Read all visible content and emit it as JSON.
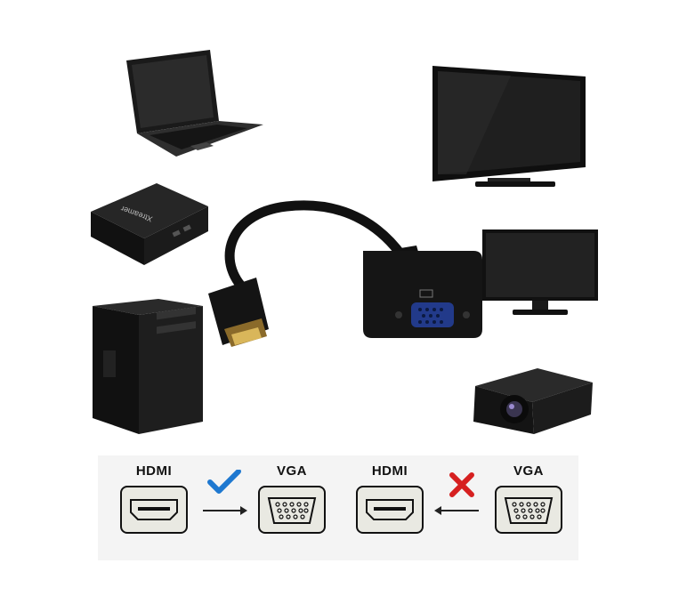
{
  "compat": {
    "row1": {
      "from_label": "HDMI",
      "to_label": "VGA",
      "status_icon": "checkmark-icon"
    },
    "row2": {
      "from_label": "HDMI",
      "to_label": "VGA",
      "status_icon": "cross-icon"
    }
  },
  "devices": [
    "laptop",
    "android-tv-box",
    "desktop-tower",
    "lcd-tv",
    "monitor",
    "projector",
    "hdmi-to-vga-adapter"
  ],
  "colors": {
    "check": "#1e78d0",
    "cross": "#d62020",
    "port_fill": "#e9e9e2",
    "device_black": "#111111"
  }
}
